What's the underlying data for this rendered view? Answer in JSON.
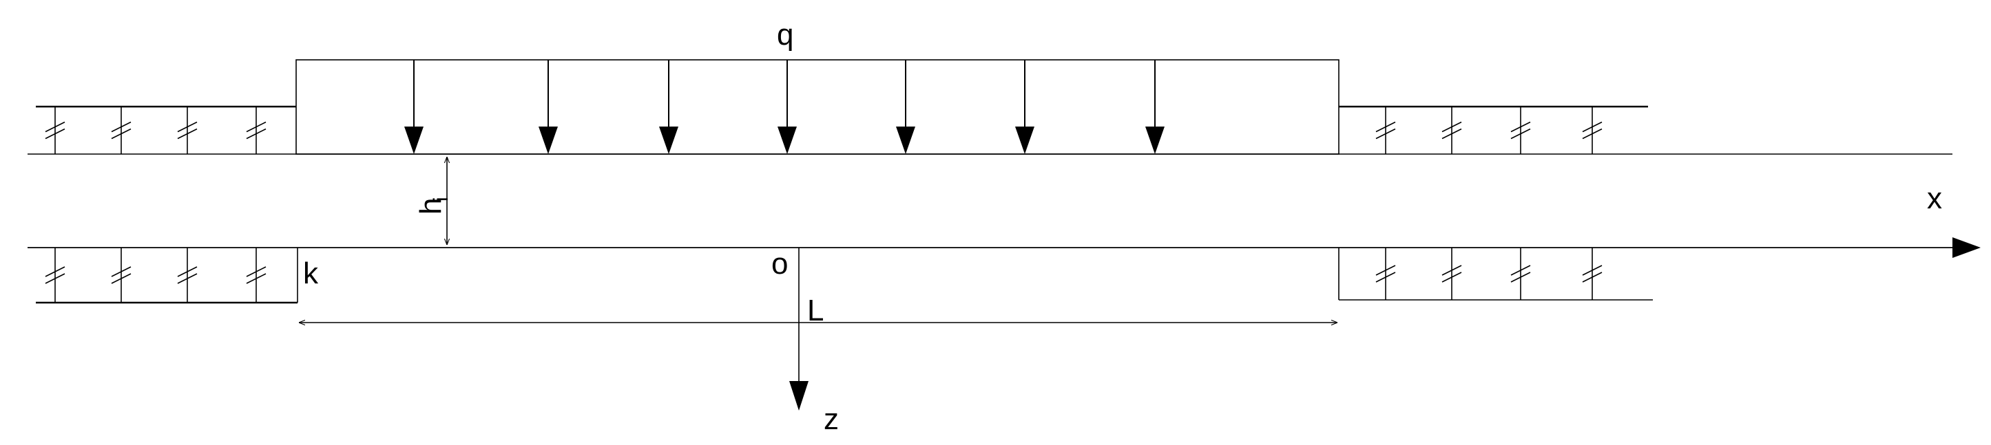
{
  "labels": {
    "load": "q",
    "thickness": "h",
    "thickness_subscript": "i",
    "x_axis": "x",
    "z_axis": "z",
    "origin": "o",
    "left_end": "k",
    "length": "L"
  },
  "load_arrows": 7,
  "left_support_marks": 4,
  "right_support_marks": 4,
  "colors": {
    "stroke": "#000000",
    "background": "#ffffff"
  }
}
